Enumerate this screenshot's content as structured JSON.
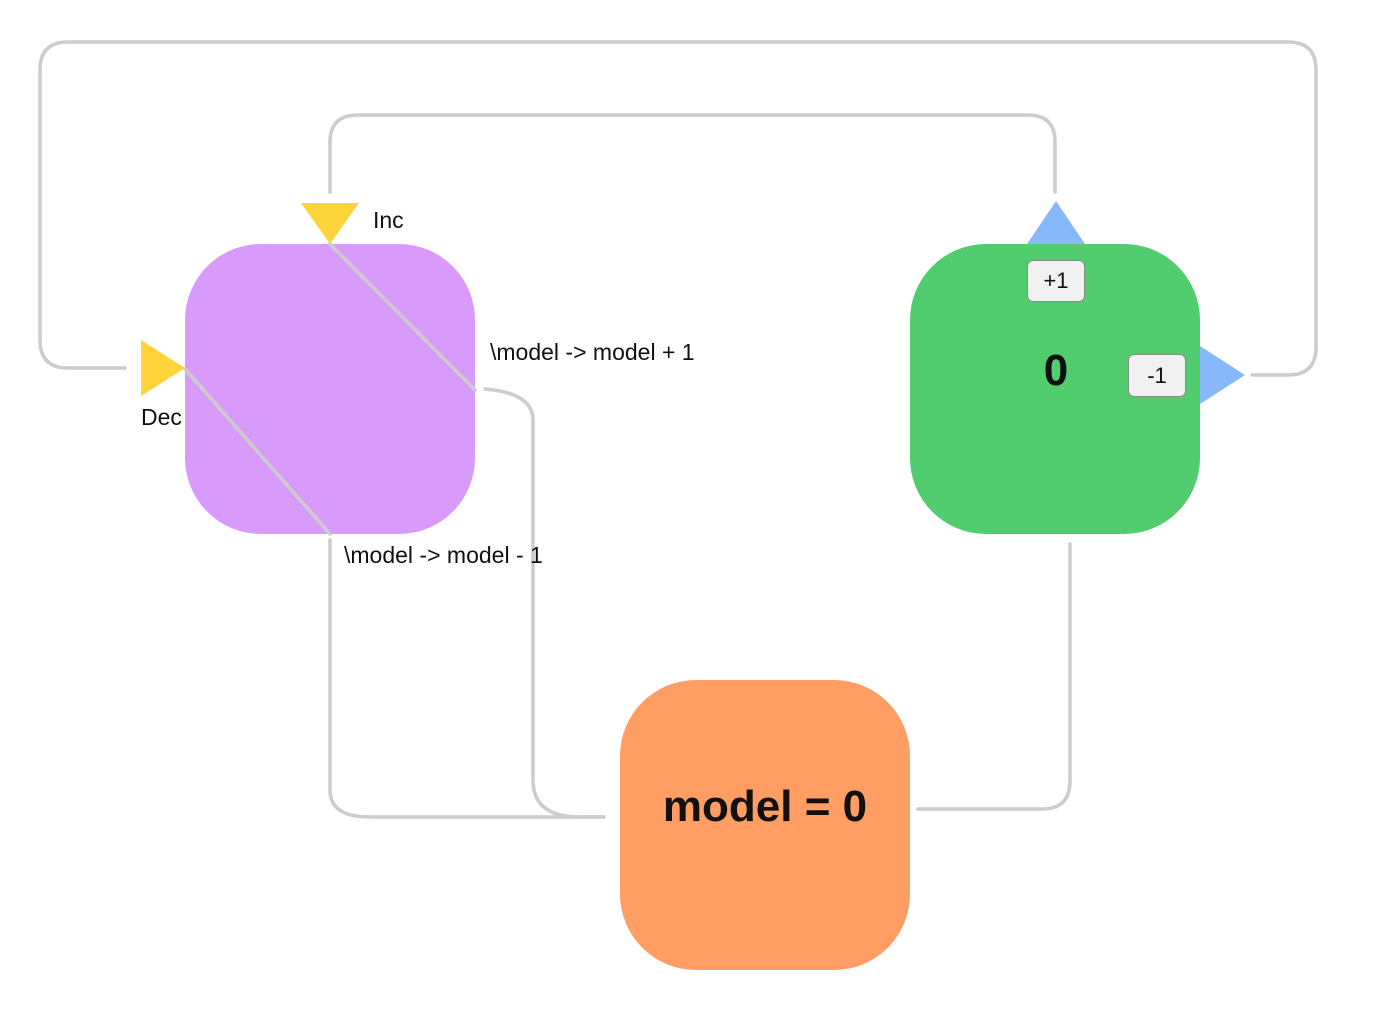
{
  "colors": {
    "update_node": "#d89bfb",
    "view_node": "#51cc6f",
    "model_node": "#ff9d62",
    "input_port": "#fdd43a",
    "output_port": "#87b8fc",
    "wire": "#cccccc"
  },
  "ports": {
    "inc_label": "Inc",
    "dec_label": "Dec"
  },
  "transitions": {
    "inc_fn": "\\model -> model + 1",
    "dec_fn": "\\model -> model - 1"
  },
  "view": {
    "value": "0",
    "inc_button": "+1",
    "dec_button": "-1"
  },
  "model": {
    "label": "model = 0"
  }
}
